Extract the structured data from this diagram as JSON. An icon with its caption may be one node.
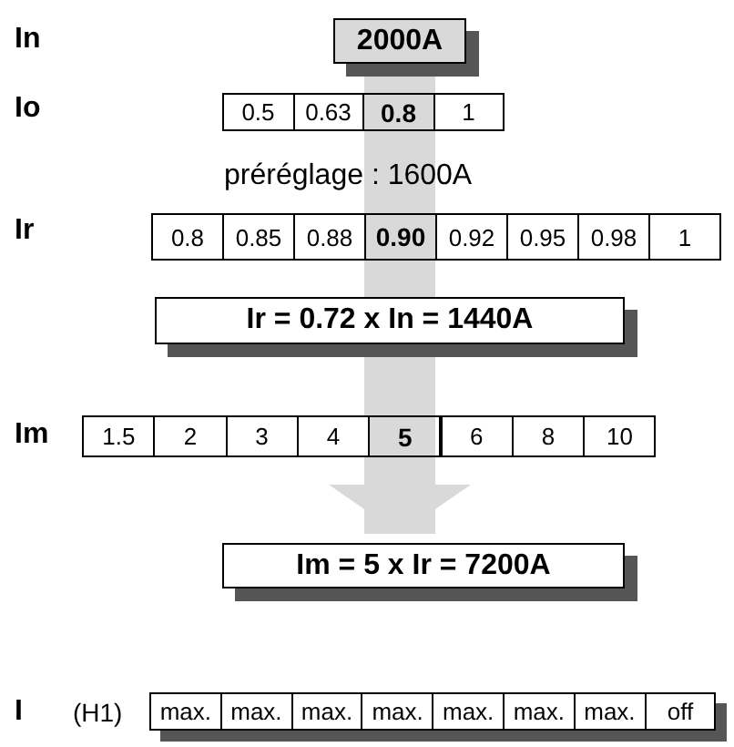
{
  "diagram": {
    "nodes": [
      {
        "text": [
          "2000A"
        ]
      },
      {
        "text": [
          "Ir = 0.72 x In = 1440A"
        ]
      },
      {
        "text": [
          "Im = 5 x Ir = 7200A"
        ]
      }
    ],
    "edges": [
      {
        "from": 0,
        "to": 1,
        "arrow": "none"
      },
      {
        "from": 1,
        "to": 2,
        "arrow": "to"
      }
    ],
    "labels": [
      "In",
      "Io",
      "0.5",
      "0.63",
      "0.8",
      "1",
      "préréglage : 1600A",
      "Ir",
      "0.8",
      "0.85",
      "0.88",
      "0.90",
      "0.92",
      "0.95",
      "0.98",
      "1",
      "Im",
      "1.5",
      "2",
      "3",
      "4",
      "5",
      "6",
      "8",
      "10",
      "I",
      "(H1)",
      "max.",
      "max.",
      "max.",
      "max.",
      "max.",
      "max.",
      "max.",
      "off"
    ]
  }
}
